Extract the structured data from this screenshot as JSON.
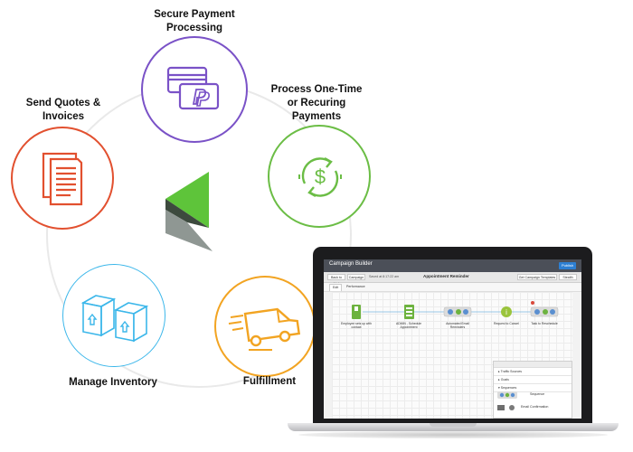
{
  "labels": {
    "secure_payment": [
      "Secure Payment",
      "Processing"
    ],
    "process_payments": [
      "Process One-Time",
      "or Recuring",
      "Payments"
    ],
    "send_quotes": [
      "Send Quotes &",
      "Invoices"
    ],
    "manage_inventory": "Manage Inventory",
    "fulfillment": "Fulfillment"
  },
  "colors": {
    "purple": "#7a52c7",
    "green": "#6bbd45",
    "red": "#e2502f",
    "blue": "#3cb7ea",
    "orange": "#f2a422",
    "ring": "#e7e7e7",
    "logo_green": "#5ec43a",
    "logo_dark": "#3d4a3e",
    "logo_gray": "#8f9793"
  },
  "icons": {
    "secure_payment": "credit-card-paypal-icon",
    "process_payments": "dollar-cycle-icon",
    "send_quotes": "invoice-documents-icon",
    "manage_inventory": "boxes-icon",
    "fulfillment": "delivery-van-icon",
    "brand": "keap-logo-icon"
  },
  "screen": {
    "app_title": "Campaign Builder",
    "publish": "Publish",
    "toolbar": {
      "back": "Back to List",
      "campaign": "Campaign",
      "saved": "Saved at 8:17:22 am",
      "title": "Appointment Reminder",
      "templates": "Get Campaign Templates",
      "zoom": "Stealth"
    },
    "tabs": [
      "Edit",
      "Performance"
    ],
    "nodes": [
      "Employee sets up with contact",
      "ADMIN - Schedule Appointment",
      "Automated Email Reminders",
      "Request to Cancel",
      "Task to Reschedule"
    ],
    "panel": {
      "rows": [
        "Traffic Sources",
        "Goals",
        "Sequences"
      ],
      "items": [
        "Sequence",
        "Email Confirmation"
      ]
    }
  }
}
